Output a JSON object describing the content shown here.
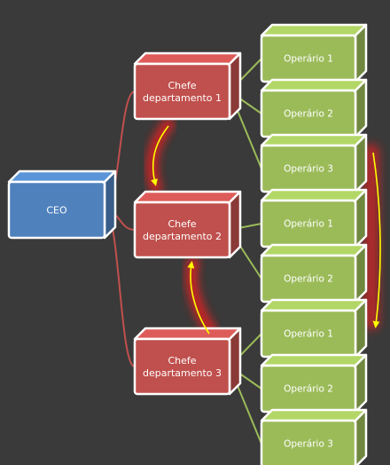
{
  "colors": {
    "background": "#3a3a3a",
    "ceo": "#4f81bd",
    "chief": "#c0504d",
    "operator": "#9bbb59",
    "connector_chief": "#c0504d",
    "connector_operator": "#9bbb59",
    "arrow": "#ffff00",
    "glow": "#e02020"
  },
  "ceo": {
    "label": "CEO"
  },
  "chiefs": [
    {
      "label_line1": "Chefe",
      "label_line2": "departamento 1"
    },
    {
      "label_line1": "Chefe",
      "label_line2": "departamento 2"
    },
    {
      "label_line1": "Chefe",
      "label_line2": "departamento 3"
    }
  ],
  "operators": [
    {
      "label": "Operário 1",
      "chief": 0
    },
    {
      "label": "Operário 2",
      "chief": 0
    },
    {
      "label": "Operário 3",
      "chief": 0
    },
    {
      "label": "Operário 1",
      "chief": 1
    },
    {
      "label": "Operário 2",
      "chief": 1
    },
    {
      "label": "Operário 1",
      "chief": 2
    },
    {
      "label": "Operário 2",
      "chief": 2
    },
    {
      "label": "Operário 3",
      "chief": 2
    }
  ]
}
